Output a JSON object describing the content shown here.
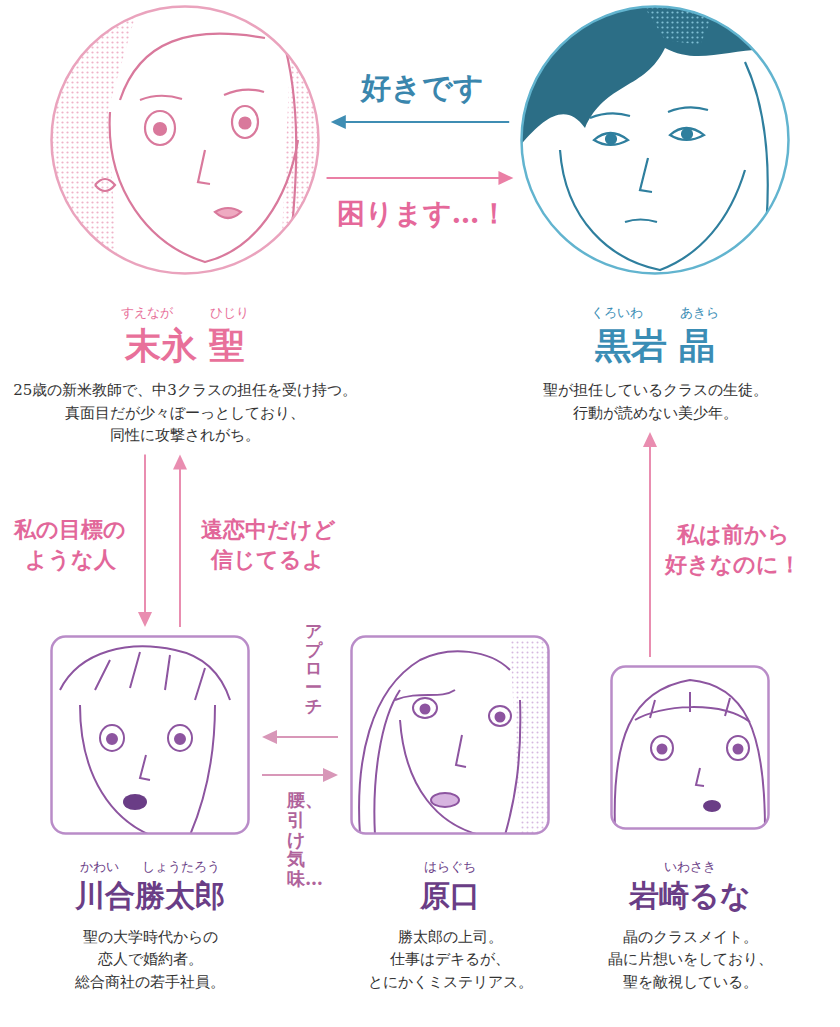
{
  "diagram": {
    "nodes": [
      {
        "text": [
          "すえなが ひじり",
          "末永 聖",
          "25歳の新米教師で、中3クラスの担任を受け持つ。 真面目だが少々ぼーっとしており、 同性に攻撃されがち。"
        ]
      },
      {
        "text": [
          "くろいわ あきら",
          "黒岩 晶",
          "聖が担任しているクラスの生徒。 行動が読めない美少年。"
        ]
      },
      {
        "text": [
          "かわい しょうたろう",
          "川合勝太郎",
          "聖の大学時代からの 恋人で婚約者。 総合商社の若手社員。"
        ]
      },
      {
        "text": [
          "はらぐち",
          "原口",
          "勝太郎の上司。 仕事はデキるが、 とにかくミステリアス。"
        ]
      },
      {
        "text": [
          "いわさき",
          "岩崎るな",
          "晶のクラスメイト。 晶に片想いをしており、 聖を敵視している。"
        ]
      }
    ],
    "edges": [
      {
        "from": 1,
        "to": 0,
        "label": "好きです",
        "arrow": "to"
      },
      {
        "from": 0,
        "to": 1,
        "label": "困ります…！",
        "arrow": "to"
      },
      {
        "from": 0,
        "to": 2,
        "label": "私の目標の ような人",
        "arrow": "to"
      },
      {
        "from": 2,
        "to": 0,
        "label": "遠恋中だけど 信じてるよ",
        "arrow": "to"
      },
      {
        "from": 3,
        "to": 2,
        "label": "アプローチ",
        "arrow": "to"
      },
      {
        "from": 2,
        "to": 3,
        "label": "腰、引け気味…",
        "arrow": "to"
      },
      {
        "from": 4,
        "to": 1,
        "label": "私は前から 好きなのに！",
        "arrow": "to"
      }
    ]
  }
}
